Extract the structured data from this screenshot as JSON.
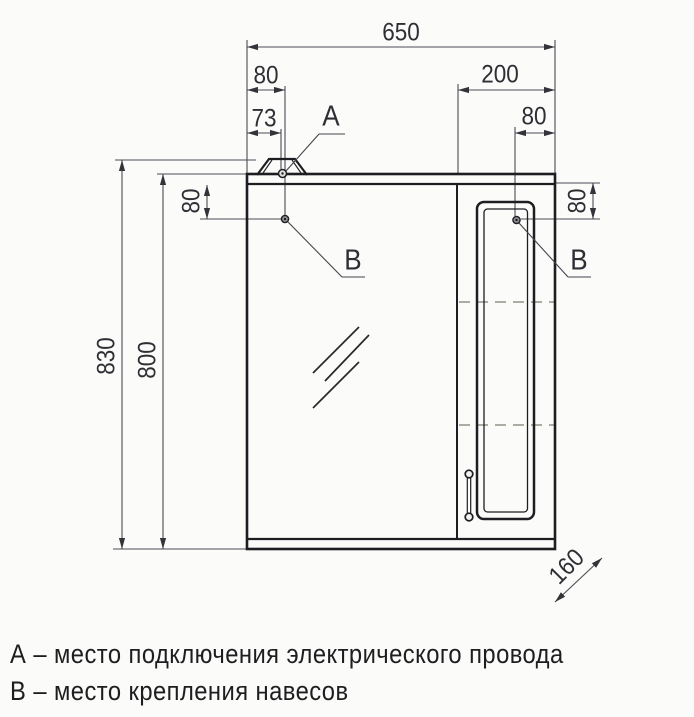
{
  "drawing": {
    "dims": {
      "total_width": "650",
      "top_left_mount_offset": "80",
      "connection_offset": "73",
      "door_width": "200",
      "top_right_mount_offset": "80",
      "left_mount_drop": "80",
      "right_mount_drop": "80",
      "total_height": "830",
      "body_height": "800",
      "depth": "160"
    },
    "callouts": {
      "a": "А",
      "b_left": "В",
      "b_right": "В"
    }
  },
  "legend": {
    "line_a": "А – место подключения электрического провода",
    "line_b": "В – место крепления навесов"
  },
  "colors": {
    "outline": "#1e1e22",
    "dimension_lines": "#4b4b55",
    "text": "#2e2e34",
    "shelf_dashes": "#a9ada2",
    "background": "#fbfbfa"
  }
}
